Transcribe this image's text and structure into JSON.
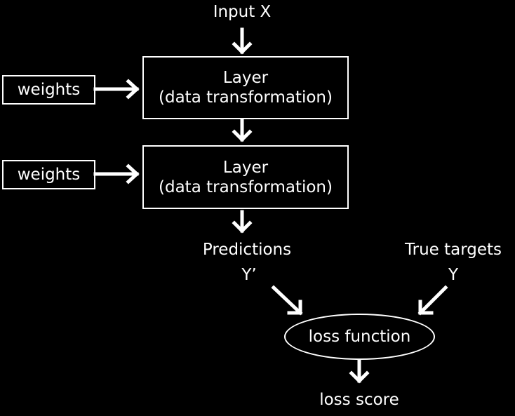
{
  "colors": {
    "background": "#000000",
    "foreground": "#ffffff"
  },
  "input": {
    "label": "Input X"
  },
  "layers": [
    {
      "title": "Layer",
      "subtitle": "(data transformation)",
      "weights_label": "weights"
    },
    {
      "title": "Layer",
      "subtitle": "(data transformation)",
      "weights_label": "weights"
    }
  ],
  "predictions": {
    "label": "Predictions",
    "symbol": "Y’"
  },
  "true_targets": {
    "label": "True targets",
    "symbol": "Y"
  },
  "loss_function": {
    "label": "loss function"
  },
  "loss_score": {
    "label": "loss score"
  }
}
